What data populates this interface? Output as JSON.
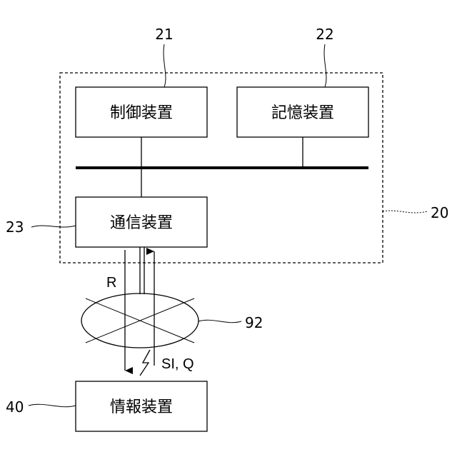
{
  "refs": {
    "control": "21",
    "storage": "22",
    "comm": "23",
    "server": "20",
    "network": "92",
    "info_device": "40"
  },
  "boxes": {
    "control": "制御装置",
    "storage": "記憶装置",
    "comm": "通信装置",
    "info_device": "情報装置"
  },
  "signals": {
    "downlink": "R",
    "uplink": "SI, Q"
  }
}
